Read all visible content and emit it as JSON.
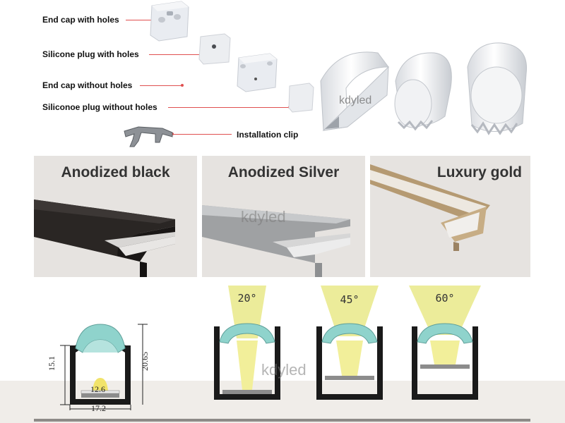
{
  "accessories": [
    {
      "id": "end-cap-with-holes",
      "label": "End cap with holes"
    },
    {
      "id": "silicone-plug-with-holes",
      "label": "Silicone plug with holes"
    },
    {
      "id": "end-cap-without-holes",
      "label": "End cap without holes"
    },
    {
      "id": "silicone-plug-without-holes",
      "label": "Siliconoe plug without holes"
    },
    {
      "id": "installation-clip",
      "label": "Installation clip"
    }
  ],
  "watermark": "kdyled",
  "finishes": [
    {
      "label": "Anodized black",
      "color": "#1e1b1a"
    },
    {
      "label": "Anodized Silver",
      "color": "#a9a9a9"
    },
    {
      "label": "Luxury gold",
      "color": "#b59a72"
    }
  ],
  "beam_angles": [
    "20°",
    "45°",
    "60°"
  ],
  "dimensions": {
    "height_outer": "20.65",
    "height_inner": "15.1",
    "inner_width": "12.6",
    "outer_width": "17.2"
  },
  "colors": {
    "accent_leader": "#e05050",
    "diffuser": "#8fd3cc",
    "light_beam": "#ecec9a",
    "panel_bg": "#e6e3e0"
  }
}
